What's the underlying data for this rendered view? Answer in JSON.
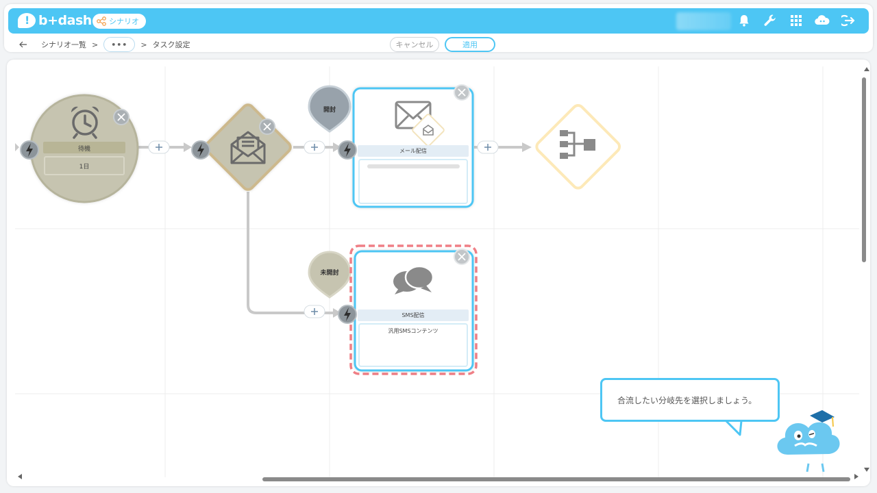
{
  "app": {
    "logo_mark": "!",
    "logo_text": "b+dash",
    "section_label": "シナリオ"
  },
  "breadcrumb": {
    "back_icon": "arrow-left-icon",
    "scenario_list": "シナリオ一覧",
    "separator": ">",
    "more": "•••",
    "current": "タスク設定"
  },
  "actions": {
    "cancel_label": "キャンセル",
    "apply_label": "適用"
  },
  "header_icons": [
    "bell-icon",
    "wrench-icon",
    "grid-icon",
    "cloud-chat-icon",
    "logout-icon"
  ],
  "nodes": {
    "wait": {
      "title": "待機",
      "value": "1日"
    },
    "mail": {
      "title": "メール配信"
    },
    "sms": {
      "title": "SMS配信",
      "content": "汎用SMSコンテンツ"
    },
    "branch_open": {
      "label": "開封"
    },
    "branch_unopened": {
      "label": "未開封"
    },
    "plus": "+"
  },
  "tooltip": {
    "message": "合流したい分岐先を選択しましょう。"
  },
  "colors": {
    "brand": "#4dc6f4",
    "wait_node": "#c6c4b0",
    "highlight_dashed": "#ef7f86",
    "merge_node": "#fde9b8"
  }
}
